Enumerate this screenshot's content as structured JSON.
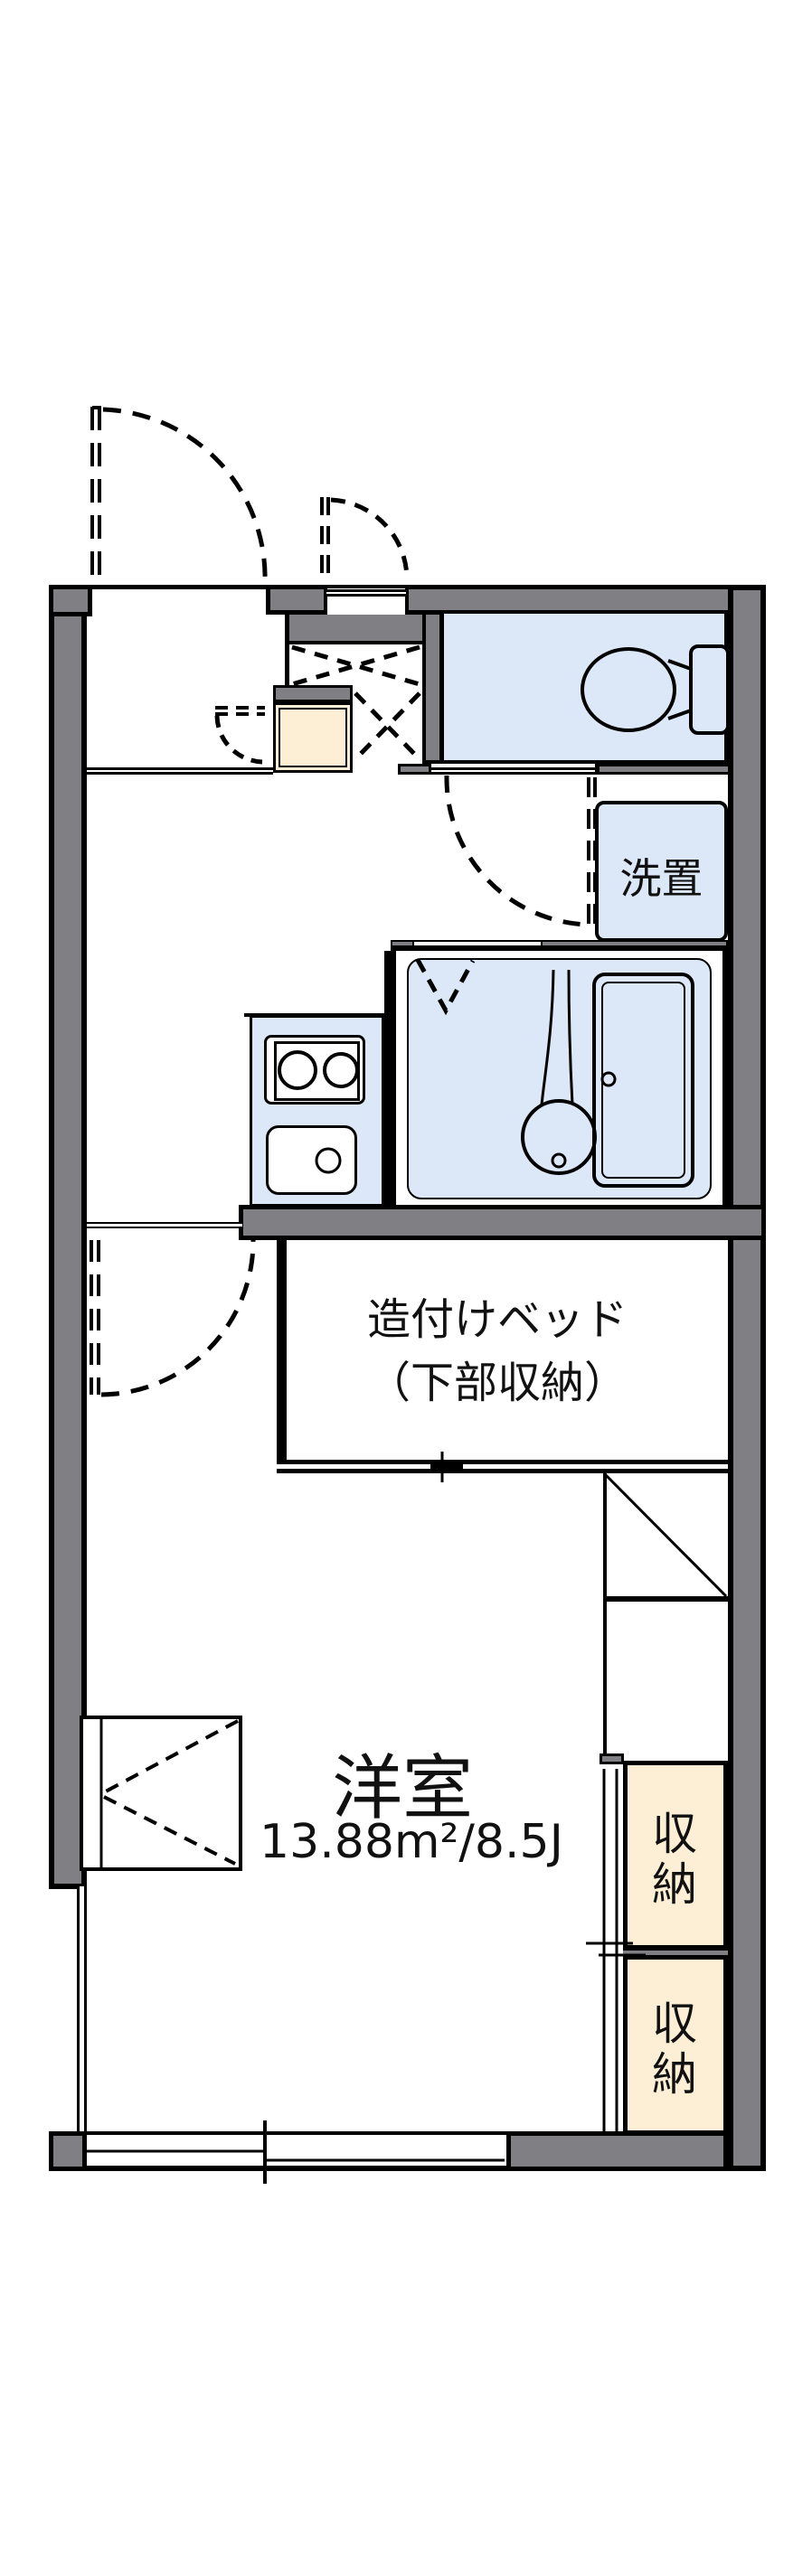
{
  "floorplan": {
    "type": "apartment-floor-plan",
    "labels": {
      "laundry": "洗置",
      "bed_line1": "造付けベッド",
      "bed_line2": "（下部収納）",
      "room_name": "洋室",
      "room_size": "13.88m²/8.5J",
      "storage_upper": "収納",
      "storage_lower": "収納"
    },
    "colors": {
      "wall_gray": "#808084",
      "wet_area_blue": "#dce8f8",
      "storage_cream": "#fcefd6",
      "line_black": "#000000",
      "background": "#ffffff"
    }
  }
}
